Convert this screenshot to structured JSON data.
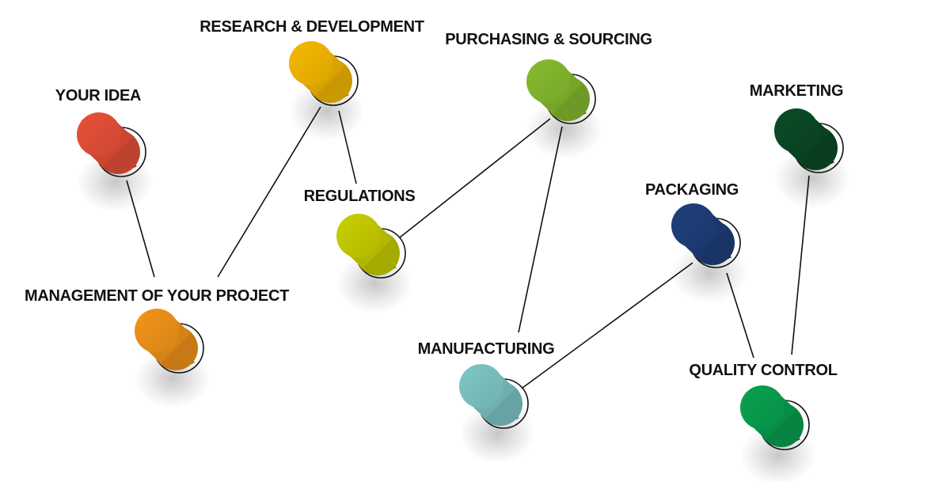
{
  "diagram": {
    "nodes": [
      {
        "id": "your-idea",
        "label": "YOUR IDEA",
        "color": "#e8503a"
      },
      {
        "id": "research-development",
        "label": "RESEARCH & DEVELOPMENT",
        "color": "#f6b900"
      },
      {
        "id": "regulations",
        "label": "REGULATIONS",
        "color": "#c9cf00"
      },
      {
        "id": "management",
        "label": "MANAGEMENT OF YOUR PROJECT",
        "color": "#f2941a"
      },
      {
        "id": "purchasing-sourcing",
        "label": "PURCHASING & SOURCING",
        "color": "#86bb2e"
      },
      {
        "id": "manufacturing",
        "label": "MANUFACTURING",
        "color": "#7ec7c6"
      },
      {
        "id": "packaging",
        "label": "PACKAGING",
        "color": "#1f3f7c"
      },
      {
        "id": "marketing",
        "label": "MARKETING",
        "color": "#0b4a25"
      },
      {
        "id": "quality-control",
        "label": "QUALITY CONTROL",
        "color": "#08a150"
      }
    ],
    "edges": [
      {
        "from": "your-idea",
        "to": "management"
      },
      {
        "from": "management",
        "to": "research-development"
      },
      {
        "from": "research-development",
        "to": "regulations"
      },
      {
        "from": "regulations",
        "to": "purchasing-sourcing"
      },
      {
        "from": "purchasing-sourcing",
        "to": "manufacturing"
      },
      {
        "from": "manufacturing",
        "to": "packaging"
      },
      {
        "from": "packaging",
        "to": "quality-control"
      },
      {
        "from": "quality-control",
        "to": "marketing"
      }
    ]
  }
}
